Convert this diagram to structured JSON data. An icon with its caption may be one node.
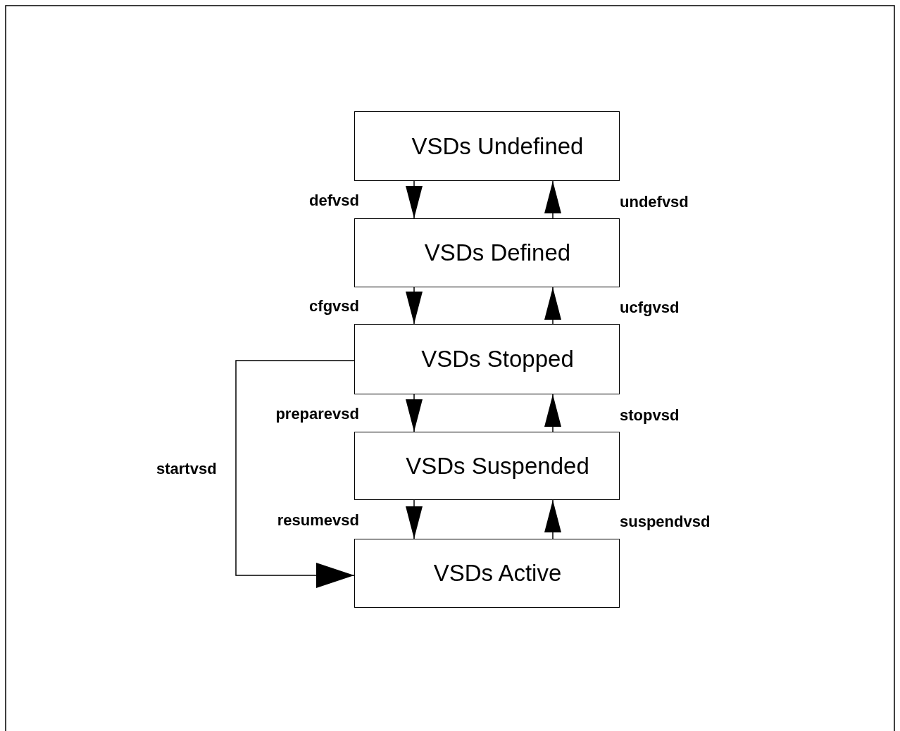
{
  "diagram": {
    "nodes": [
      {
        "text": [
          "VSDs Undefined"
        ]
      },
      {
        "text": [
          "VSDs Defined"
        ]
      },
      {
        "text": [
          "VSDs Stopped"
        ]
      },
      {
        "text": [
          "VSDs Suspended"
        ]
      },
      {
        "text": [
          "VSDs Active"
        ]
      }
    ],
    "edges": [
      {
        "from": 0,
        "to": 1,
        "arrow": "to",
        "label": "defvsd"
      },
      {
        "from": 1,
        "to": 0,
        "arrow": "to",
        "label": "undefvsd"
      },
      {
        "from": 1,
        "to": 2,
        "arrow": "to",
        "label": "cfgvsd"
      },
      {
        "from": 2,
        "to": 1,
        "arrow": "to",
        "label": "ucfgvsd"
      },
      {
        "from": 2,
        "to": 3,
        "arrow": "to",
        "label": "preparevsd"
      },
      {
        "from": 3,
        "to": 2,
        "arrow": "to",
        "label": "stopvsd"
      },
      {
        "from": 3,
        "to": 4,
        "arrow": "to",
        "label": "resumevsd"
      },
      {
        "from": 4,
        "to": 3,
        "arrow": "to",
        "label": "suspendvsd"
      },
      {
        "from": 2,
        "to": 4,
        "arrow": "to",
        "label": "startvsd"
      }
    ]
  }
}
